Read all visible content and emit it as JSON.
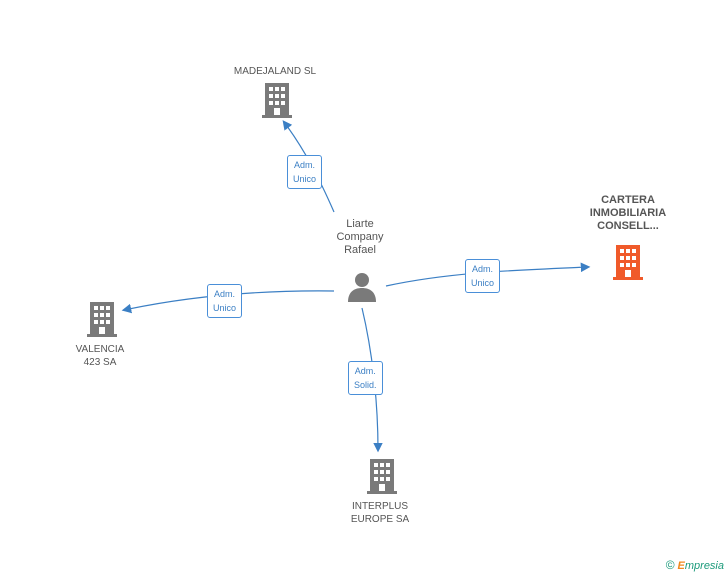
{
  "center": {
    "name_line1": "Liarte",
    "name_line2": "Company",
    "name_line3": "Rafael"
  },
  "nodes": {
    "madejaland": {
      "line1": "MADEJALAND SL",
      "line2": ""
    },
    "cartera": {
      "line1": "CARTERA",
      "line2": "INMOBILIARIA",
      "line3": "CONSELL..."
    },
    "valencia": {
      "line1": "VALENCIA",
      "line2": "423 SA"
    },
    "interplus": {
      "line1": "INTERPLUS",
      "line2": "EUROPE SA"
    }
  },
  "edges": {
    "madejaland": {
      "line1": "Adm.",
      "line2": "Unico"
    },
    "cartera": {
      "line1": "Adm.",
      "line2": "Unico"
    },
    "valencia": {
      "line1": "Adm.",
      "line2": "Unico"
    },
    "interplus": {
      "line1": "Adm.",
      "line2": "Solid."
    }
  },
  "colors": {
    "edge": "#3b7fc4",
    "building": "#7a7a7a",
    "highlight": "#f05a2a"
  },
  "footer": {
    "copyright_symbol": "©",
    "brand_first": "E",
    "brand_rest": "mpresia"
  }
}
